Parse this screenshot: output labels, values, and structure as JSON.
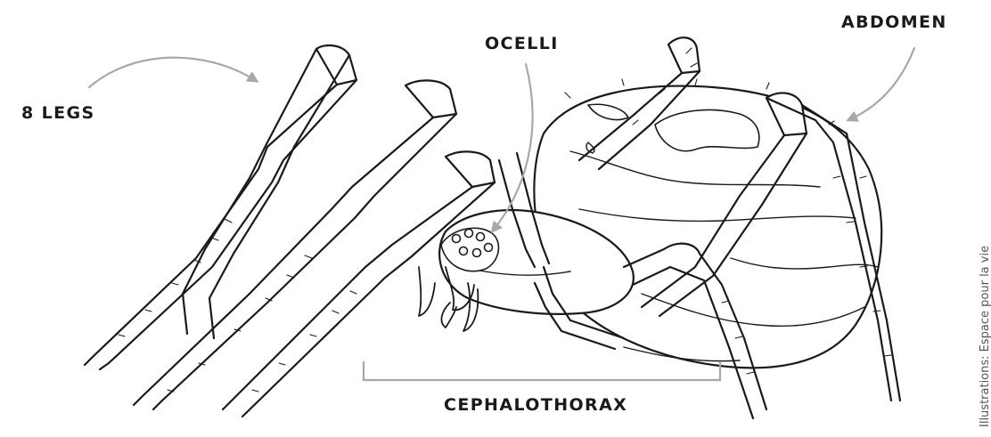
{
  "labels": {
    "legs": "8 LEGS",
    "ocelli": "OCELLI",
    "abdomen": "ABDOMEN",
    "cephalothorax": "CEPHALOTHORAX"
  },
  "credit": "Illustrations: Espace pour la vie",
  "colors": {
    "background": "#ffffff",
    "ink": "#1a1a1a",
    "arrow": "#a8a8a8",
    "credit": "#555555"
  }
}
